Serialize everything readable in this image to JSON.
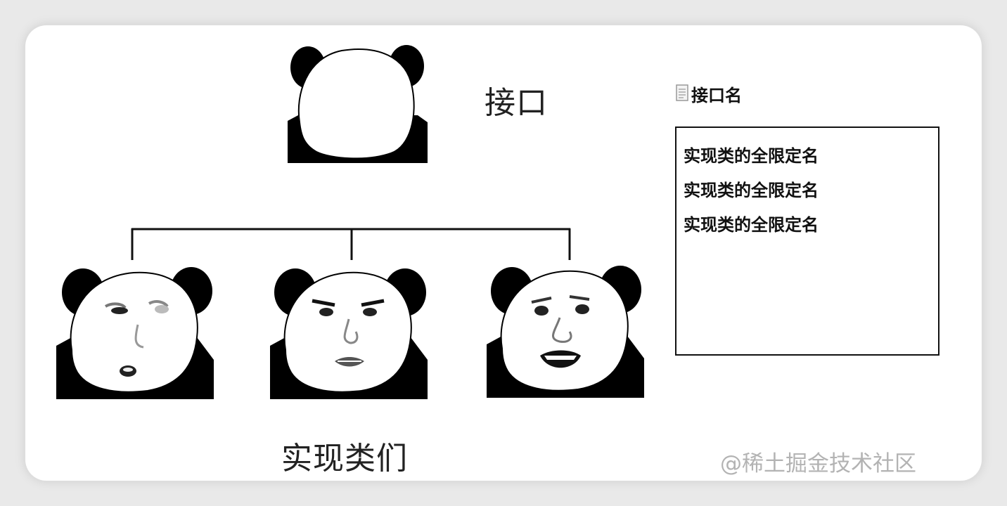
{
  "diagram": {
    "interface_label": "接口",
    "implementations_label": "实现类们"
  },
  "file_panel": {
    "title": "接口名",
    "title_icon": "document-icon",
    "lines": [
      "实现类的全限定名",
      "实现类的全限定名",
      "实现类的全限定名"
    ]
  },
  "watermark": "@稀土掘金技术社区"
}
